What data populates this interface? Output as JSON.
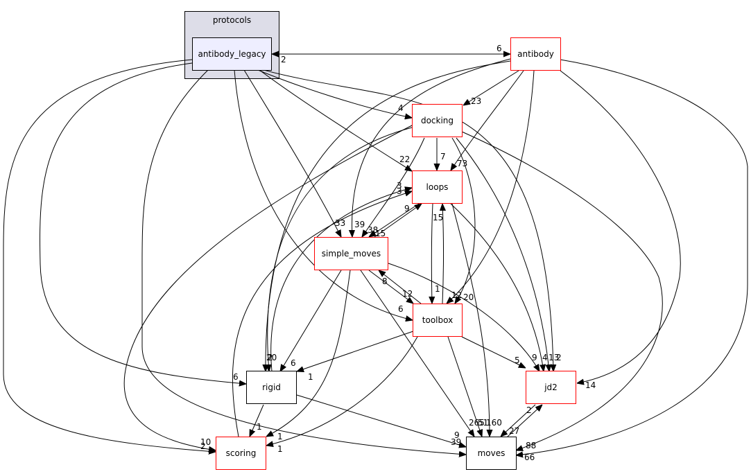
{
  "graph": {
    "cluster": {
      "label": "protocols",
      "fill": "#dddde8",
      "border": "#000000"
    },
    "colors": {
      "red_border": "#ff0000",
      "black_border": "#000000",
      "highlight_fill": "#eeeeff",
      "node_fill": "#ffffff"
    },
    "nodes": [
      {
        "id": "antibody_legacy",
        "label": "antibody_legacy",
        "style": "highlight"
      },
      {
        "id": "antibody",
        "label": "antibody",
        "style": "red"
      },
      {
        "id": "docking",
        "label": "docking",
        "style": "red"
      },
      {
        "id": "loops",
        "label": "loops",
        "style": "red"
      },
      {
        "id": "simple_moves",
        "label": "simple_moves",
        "style": "red"
      },
      {
        "id": "toolbox",
        "label": "toolbox",
        "style": "red"
      },
      {
        "id": "rigid",
        "label": "rigid",
        "style": "black"
      },
      {
        "id": "jd2",
        "label": "jd2",
        "style": "red"
      },
      {
        "id": "scoring",
        "label": "scoring",
        "style": "red"
      },
      {
        "id": "moves",
        "label": "moves",
        "style": "black"
      }
    ],
    "edges": [
      {
        "from": "antibody_legacy",
        "to": "antibody",
        "label": "6"
      },
      {
        "from": "antibody",
        "to": "antibody_legacy",
        "label": "2"
      },
      {
        "from": "antibody_legacy",
        "to": "docking",
        "label": "4"
      },
      {
        "from": "antibody",
        "to": "docking",
        "label": "23"
      },
      {
        "from": "antibody_legacy",
        "to": "loops",
        "label": "22"
      },
      {
        "from": "docking",
        "to": "loops",
        "label": "7"
      },
      {
        "from": "antibody",
        "to": "loops",
        "label": "73"
      },
      {
        "from": "rigid",
        "to": "loops",
        "label": "3"
      },
      {
        "from": "scoring",
        "to": "loops",
        "label": "3"
      },
      {
        "from": "simple_moves",
        "to": "loops",
        "label": "9"
      },
      {
        "from": "toolbox",
        "to": "loops",
        "label": "15"
      },
      {
        "from": "antibody_legacy",
        "to": "simple_moves",
        "label": "33"
      },
      {
        "from": "antibody",
        "to": "simple_moves",
        "label": "39"
      },
      {
        "from": "docking",
        "to": "simple_moves",
        "label": "38"
      },
      {
        "from": "loops",
        "to": "simple_moves",
        "label": "15"
      },
      {
        "from": "toolbox",
        "to": "simple_moves",
        "label": "8"
      },
      {
        "from": "loops",
        "to": "toolbox",
        "label": "1"
      },
      {
        "from": "simple_moves",
        "to": "toolbox",
        "label": "12"
      },
      {
        "from": "antibody_legacy",
        "to": "toolbox",
        "label": "6"
      },
      {
        "from": "antibody",
        "to": "toolbox",
        "label": "12"
      },
      {
        "from": "docking",
        "to": "toolbox",
        "label": "20"
      },
      {
        "from": "docking",
        "to": "rigid",
        "label": "20"
      },
      {
        "from": "antibody",
        "to": "rigid",
        "label": "2"
      },
      {
        "from": "simple_moves",
        "to": "rigid",
        "label": "6"
      },
      {
        "from": "toolbox",
        "to": "rigid",
        "label": "1"
      },
      {
        "from": "antibody_legacy",
        "to": "rigid",
        "label": "6"
      },
      {
        "from": "toolbox",
        "to": "jd2",
        "label": "5"
      },
      {
        "from": "simple_moves",
        "to": "jd2",
        "label": "9"
      },
      {
        "from": "loops",
        "to": "jd2",
        "label": "4"
      },
      {
        "from": "docking",
        "to": "jd2",
        "label": "13"
      },
      {
        "from": "antibody_legacy",
        "to": "jd2",
        "label": "2"
      },
      {
        "from": "antibody",
        "to": "jd2",
        "label": "14"
      },
      {
        "from": "moves",
        "to": "jd2",
        "label": "2"
      },
      {
        "from": "rigid",
        "to": "scoring",
        "label": "1"
      },
      {
        "from": "simple_moves",
        "to": "scoring",
        "label": "1"
      },
      {
        "from": "toolbox",
        "to": "scoring",
        "label": "1"
      },
      {
        "from": "antibody_legacy",
        "to": "scoring",
        "label": "10"
      },
      {
        "from": "docking",
        "to": "scoring",
        "label": "2"
      },
      {
        "from": "simple_moves",
        "to": "moves",
        "label": "265"
      },
      {
        "from": "toolbox",
        "to": "moves",
        "label": "51"
      },
      {
        "from": "loops",
        "to": "moves",
        "label": "160"
      },
      {
        "from": "jd2",
        "to": "moves",
        "label": "27"
      },
      {
        "from": "rigid",
        "to": "moves",
        "label": "9"
      },
      {
        "from": "antibody_legacy",
        "to": "moves",
        "label": "39"
      },
      {
        "from": "docking",
        "to": "moves",
        "label": "88"
      },
      {
        "from": "antibody",
        "to": "moves",
        "label": "66"
      }
    ]
  }
}
